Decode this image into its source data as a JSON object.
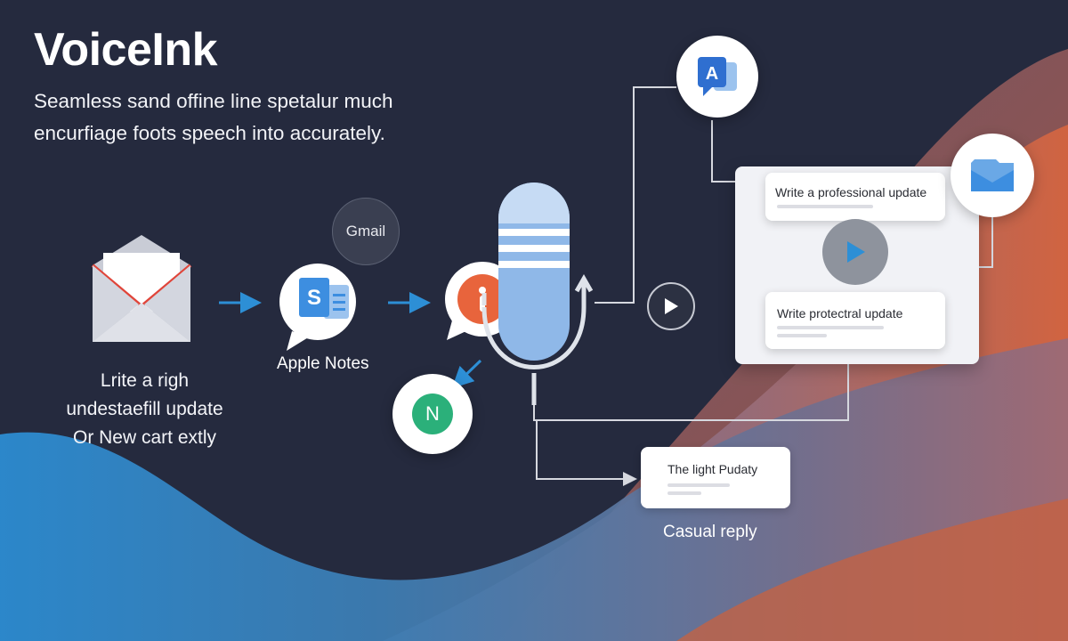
{
  "header": {
    "title": "VoiceInk",
    "subtitle": "Seamless sand offine line spetalur much encurfiage foots speech into accurately."
  },
  "flow": {
    "left_caption_lines": [
      "Lrite a righ",
      "undestaefill update",
      "Or New cart extly"
    ],
    "gmail_label": "Gmail",
    "apple_notes_label": "Apple Notes",
    "n_label": "N",
    "translate_letter": "A",
    "notes_letter": "S"
  },
  "outputs": {
    "card_professional": "Write a professional update",
    "card_protectral": "Write protectral update",
    "card_light": "The light Pudaty",
    "casual_label": "Casual reply"
  },
  "colors": {
    "accent_blue": "#2d8fd6",
    "mic_blue": "#8fb8e8",
    "warm_orange": "#e2603a",
    "green": "#2bb07a"
  }
}
